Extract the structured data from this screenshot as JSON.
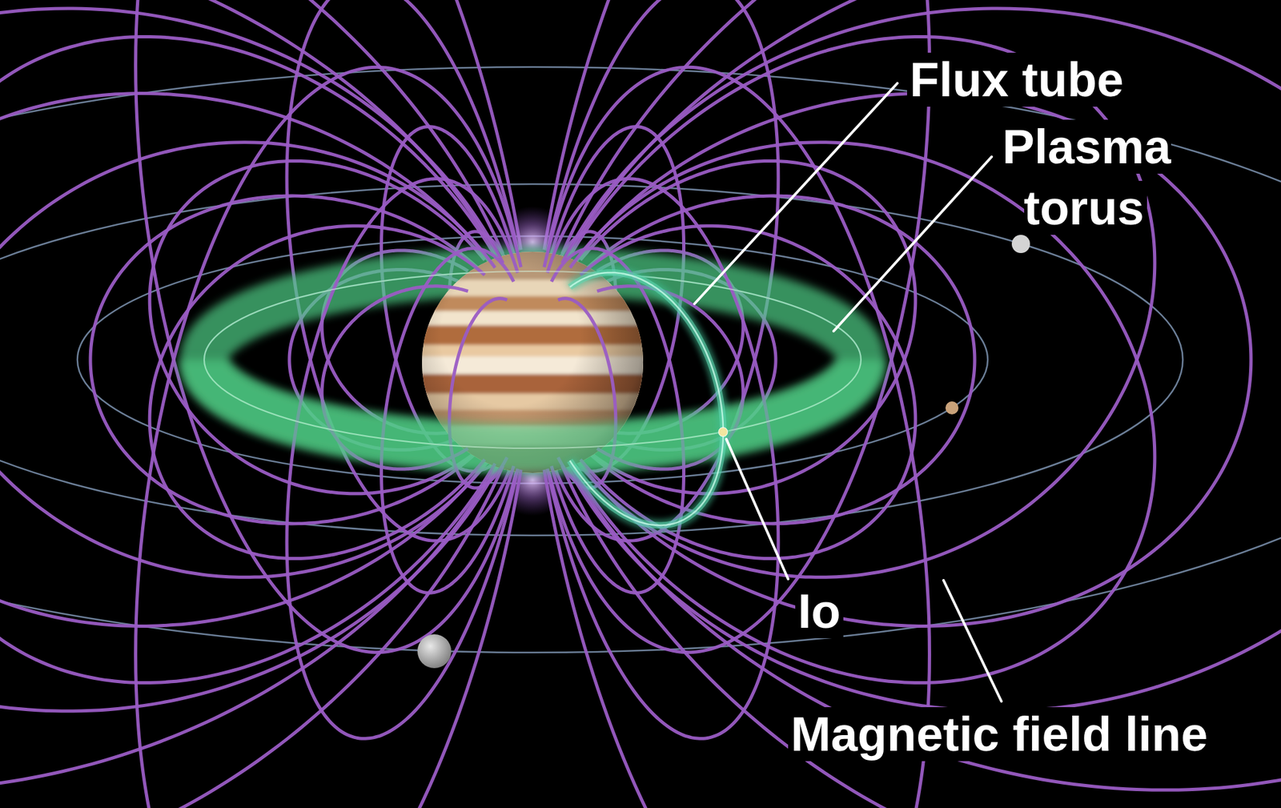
{
  "diagram": {
    "labels": [
      "Flux tube",
      "Plasma torus",
      "Io",
      "Magnetic field line"
    ]
  }
}
